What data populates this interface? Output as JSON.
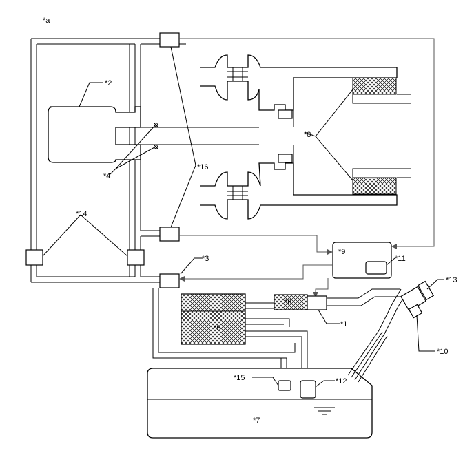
{
  "diagram": {
    "corner_label": "*a",
    "callouts": {
      "c1": "*1",
      "c2": "*2",
      "c3": "*3",
      "c4": "*4",
      "c5": "*5",
      "c6": "*6",
      "c7": "*7",
      "c8": "*8",
      "c9": "*9",
      "c10": "*10",
      "c11": "*11",
      "c12": "*12",
      "c13": "*13",
      "c14": "*14",
      "c15": "*15",
      "c16": "*16"
    },
    "colors": {
      "line": "#000000",
      "signal_line": "#555555",
      "background": "#ffffff"
    }
  }
}
